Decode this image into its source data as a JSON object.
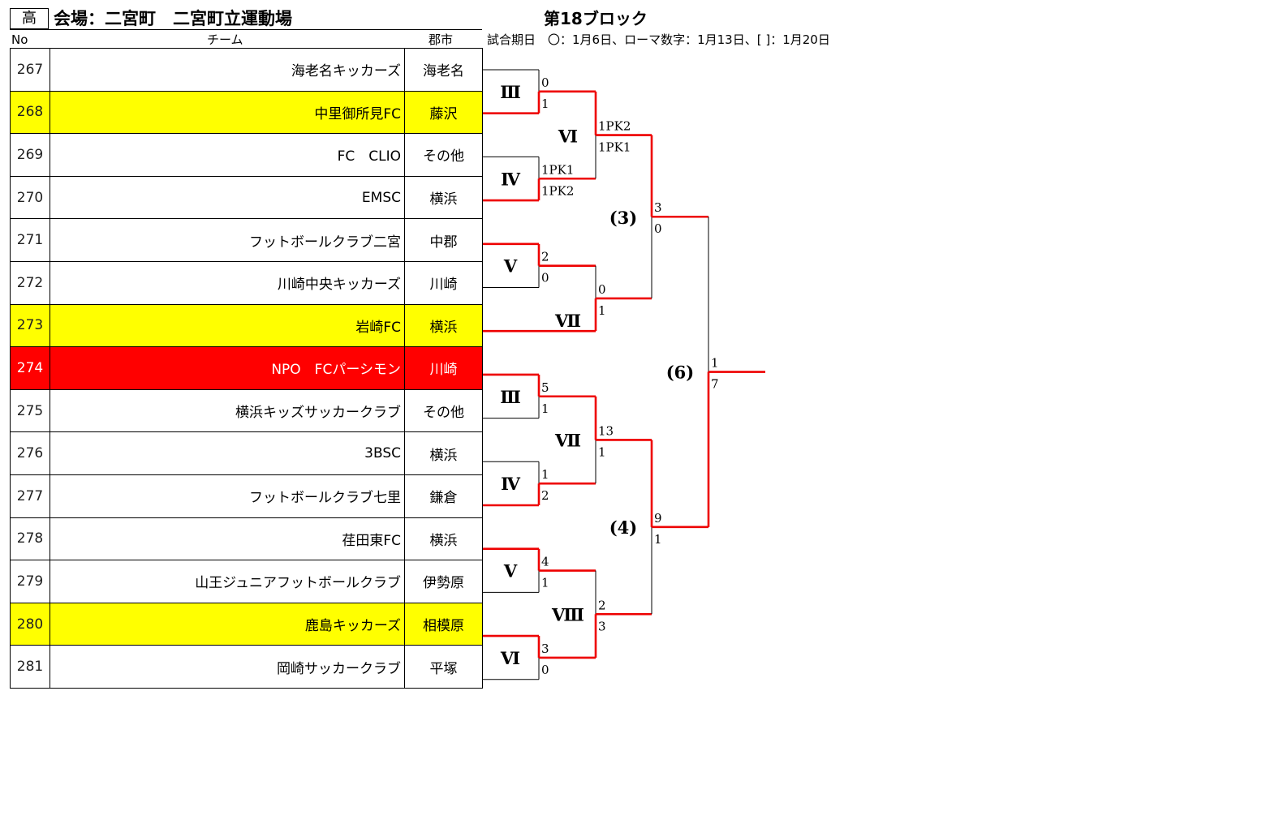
{
  "header": {
    "badge": "高",
    "venue": "会場：二宮町　二宮町立運動場",
    "block_title": "第18ブロック",
    "col_no": "No",
    "col_team": "チーム",
    "col_city": "郡市",
    "legend": "試合期日　〇：1月6日、ローマ数字：1月13日、[ ]：1月20日"
  },
  "teams": [
    {
      "no": "267",
      "name": "海老名キッカーズ",
      "city": "海老名",
      "highlight": ""
    },
    {
      "no": "268",
      "name": "中里御所見FC",
      "city": "藤沢",
      "highlight": "yellow"
    },
    {
      "no": "269",
      "name": "FC　CLIO",
      "city": "その他",
      "highlight": ""
    },
    {
      "no": "270",
      "name": "EMSC",
      "city": "横浜",
      "highlight": ""
    },
    {
      "no": "271",
      "name": "フットボールクラブ二宮",
      "city": "中郡",
      "highlight": ""
    },
    {
      "no": "272",
      "name": "川崎中央キッカーズ",
      "city": "川崎",
      "highlight": ""
    },
    {
      "no": "273",
      "name": "岩崎FC",
      "city": "横浜",
      "highlight": "yellow"
    },
    {
      "no": "274",
      "name": "NPO　FCパーシモン",
      "city": "川崎",
      "highlight": "red"
    },
    {
      "no": "275",
      "name": "横浜キッズサッカークラブ",
      "city": "その他",
      "highlight": ""
    },
    {
      "no": "276",
      "name": "3BSC",
      "city": "横浜",
      "highlight": ""
    },
    {
      "no": "277",
      "name": "フットボールクラブ七里",
      "city": "鎌倉",
      "highlight": ""
    },
    {
      "no": "278",
      "name": "荏田東FC",
      "city": "横浜",
      "highlight": ""
    },
    {
      "no": "279",
      "name": "山王ジュニアフットボールクラブ",
      "city": "伊勢原",
      "highlight": ""
    },
    {
      "no": "280",
      "name": "鹿島キッカーズ",
      "city": "相模原",
      "highlight": "yellow"
    },
    {
      "no": "281",
      "name": "岡崎サッカークラブ",
      "city": "平塚",
      "highlight": ""
    }
  ],
  "bracket": {
    "round_labels": [
      {
        "text": "Ⅲ",
        "match": "r1_1"
      },
      {
        "text": "Ⅳ",
        "match": "r1_2"
      },
      {
        "text": "Ⅴ",
        "match": "r1_3"
      },
      {
        "text": "Ⅲ",
        "match": "r1_4"
      },
      {
        "text": "Ⅳ",
        "match": "r1_5"
      },
      {
        "text": "Ⅴ",
        "match": "r1_6"
      },
      {
        "text": "Ⅵ",
        "match": "r1_7"
      },
      {
        "text": "Ⅵ",
        "match": "r2_1"
      },
      {
        "text": "Ⅶ",
        "match": "r2_2"
      },
      {
        "text": "Ⅶ",
        "match": "r2_3"
      },
      {
        "text": "Ⅷ",
        "match": "r2_4"
      },
      {
        "text": "(3)",
        "match": "r3_1"
      },
      {
        "text": "(4)",
        "match": "r3_2"
      },
      {
        "text": "(6)",
        "match": "final"
      }
    ],
    "scores": {
      "r1_1": [
        "0",
        "1"
      ],
      "r1_2": [
        "1PK1",
        "1PK2"
      ],
      "r1_3": [
        "2",
        "0"
      ],
      "r1_4": [
        "5",
        "1"
      ],
      "r1_5": [
        "1",
        "2"
      ],
      "r1_6": [
        "4",
        "1"
      ],
      "r1_7": [
        "3",
        "0"
      ],
      "r2_1": [
        "1PK2",
        "1PK1"
      ],
      "r2_2": [
        "0",
        "1"
      ],
      "r2_3": [
        "13",
        "1"
      ],
      "r2_4": [
        "2",
        "3"
      ],
      "r3_1": [
        "3",
        "0"
      ],
      "r3_2": [
        "9",
        "1"
      ],
      "final": [
        "1",
        "7"
      ]
    }
  },
  "colors": {
    "win_line": "#ee0000",
    "yellow": "#ffff00",
    "red": "#ff0000"
  }
}
